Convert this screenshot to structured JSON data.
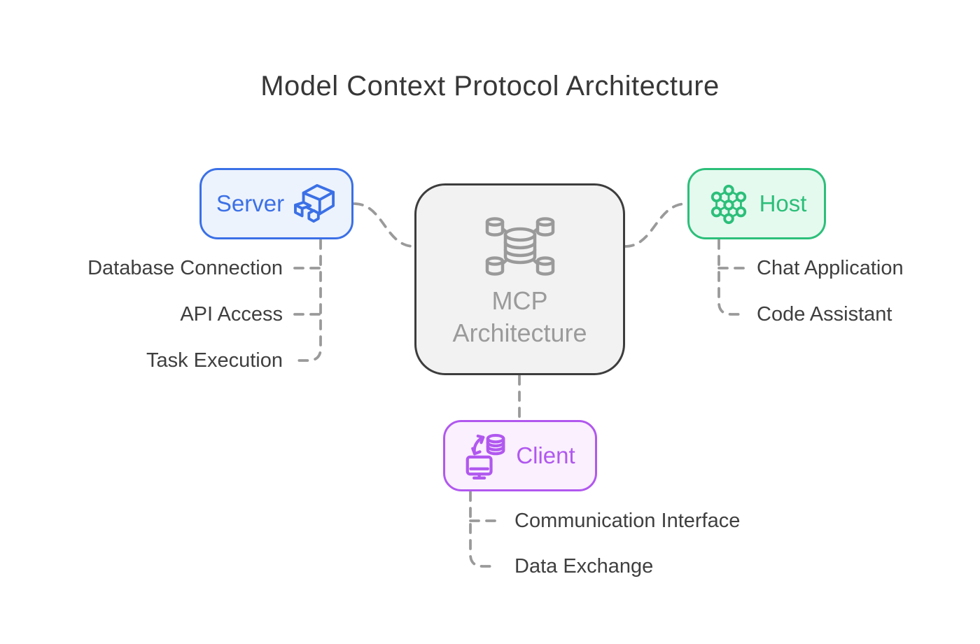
{
  "title": "Model Context Protocol Architecture",
  "center_node": {
    "title_line1": "MCP",
    "title_line2": "Architecture",
    "icon": "distributed-database-icon",
    "border_color": "#3d3d3d",
    "fill_color": "#f2f2f2",
    "text_color": "#9b9b9b"
  },
  "server_node": {
    "label": "Server",
    "icon": "packages-cube-icon",
    "accent_color": "#3b70e6",
    "fill_color": "#edf3fd",
    "children": [
      "Database Connection",
      "API Access",
      "Task Execution"
    ]
  },
  "host_node": {
    "label": "Host",
    "icon": "network-nodes-icon",
    "accent_color": "#2cbf7a",
    "fill_color": "#e5faef",
    "children": [
      "Chat Application",
      "Code Assistant"
    ]
  },
  "client_node": {
    "label": "Client",
    "icon": "data-sync-monitor-icon",
    "accent_color": "#b158ef",
    "fill_color": "#faf0fe",
    "children": [
      "Communication Interface",
      "Data Exchange"
    ]
  },
  "connector_style": {
    "color": "#9a9a9a",
    "pattern": "dashed"
  },
  "label_text_color": "#3f3f3f"
}
